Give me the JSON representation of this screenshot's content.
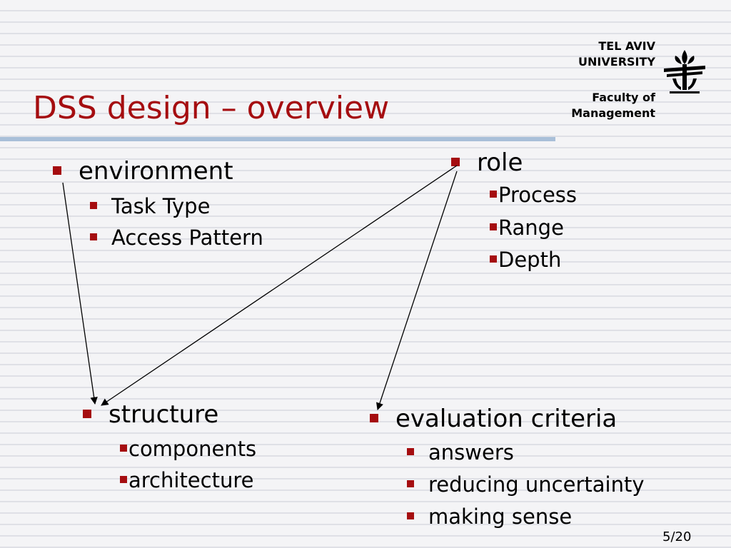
{
  "slide": {
    "title": "DSS design – overview",
    "page_number": "5/20"
  },
  "institution": {
    "line1": "TEL AVIV",
    "line2": "UNIVERSITY",
    "line3": "Faculty of",
    "line4": "Management"
  },
  "groups": {
    "environment": {
      "label": "environment",
      "items": [
        "Task Type",
        "Access Pattern"
      ]
    },
    "role": {
      "label": "role",
      "items": [
        "Process",
        "Range",
        "Depth"
      ]
    },
    "structure": {
      "label": "structure",
      "items": [
        "components",
        "architecture"
      ]
    },
    "evaluation": {
      "label": "evaluation criteria",
      "items": [
        "answers",
        "reducing uncertainty",
        "making sense"
      ]
    }
  },
  "colors": {
    "accent": "#a50d10",
    "rule": "#a9bfd8"
  }
}
